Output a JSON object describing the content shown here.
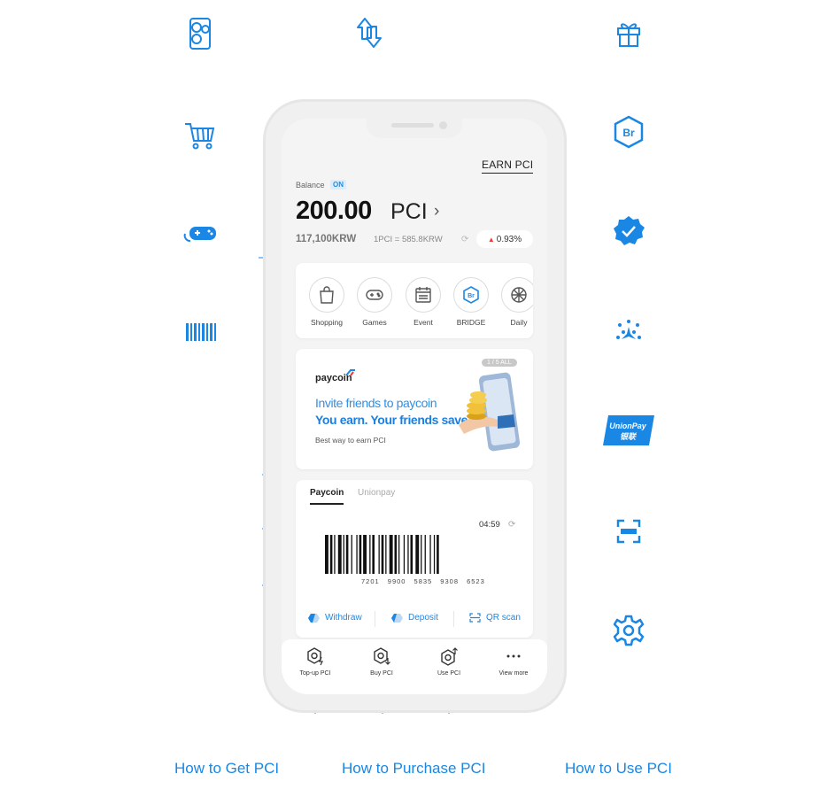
{
  "app": {
    "earn_label": "EARN PCI",
    "balance_label": "Balance",
    "on_badge": "ON",
    "amount": "200.00",
    "unit": "PCI",
    "krw": "117,100KRW",
    "rate": "1PCI = 585.8KRW",
    "change": "0.93%"
  },
  "menu": [
    {
      "label": "Shopping",
      "icon": "shopping-bag-icon"
    },
    {
      "label": "Games",
      "icon": "gamepad-icon"
    },
    {
      "label": "Event",
      "icon": "calendar-icon"
    },
    {
      "label": "BRIDGE",
      "icon": "bridge-icon"
    },
    {
      "label": "Daily",
      "icon": "daily-icon"
    }
  ],
  "banner": {
    "pager": "1 / 5 ALL",
    "brand": "paycoin",
    "line1": "Invite friends to paycoin",
    "line2": "You earn. Your friends save",
    "line3": "Best way to earn PCI"
  },
  "pay": {
    "tabs": [
      "Paycoin",
      "Unionpay"
    ],
    "timer": "04:59",
    "barcode_number": "7201  9900  5835  9308  6523",
    "actions": [
      {
        "label": "Withdraw",
        "icon": "withdraw-icon"
      },
      {
        "label": "Deposit",
        "icon": "deposit-icon"
      },
      {
        "label": "QR scan",
        "icon": "qr-scan-icon"
      }
    ]
  },
  "bottom_nav": [
    {
      "label": "Top-up PCI",
      "icon": "top-up-icon"
    },
    {
      "label": "Buy PCI",
      "icon": "buy-icon"
    },
    {
      "label": "Use PCI",
      "icon": "use-icon"
    },
    {
      "label": "View more",
      "icon": "more-icon"
    }
  ],
  "captions": {
    "get": "How to Get PCI",
    "purchase": "How to Purchase PCI",
    "use": "How to Use PCI"
  },
  "side_icons": {
    "left": [
      "crypto-coins-icon",
      "shopping-cart-icon",
      "gamepad-icon",
      "barcode-icon"
    ],
    "top": "transfer-arrows-icon",
    "right": [
      "gift-icon",
      "bridge-br-icon",
      "verified-badge-icon",
      "fireworks-icon",
      "unionpay-logo-icon",
      "scan-frame-icon",
      "settings-gear-icon"
    ],
    "unionpay_text": [
      "UnionPay",
      "银联"
    ]
  },
  "colors": {
    "accent": "#1a87e4",
    "text": "#222222",
    "phone_frame": "#f0f0f0",
    "up_red": "#e83a3a"
  }
}
